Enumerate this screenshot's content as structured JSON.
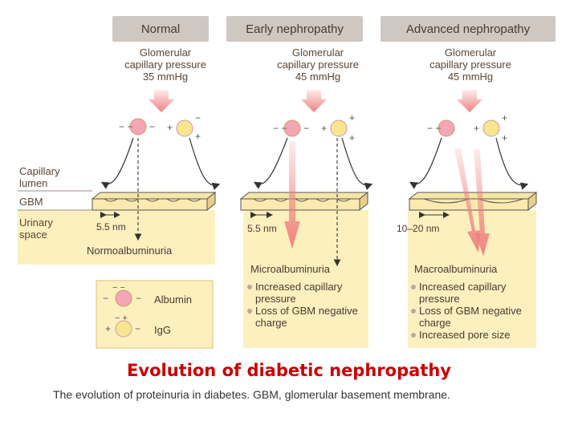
{
  "stages": [
    {
      "title": "Normal",
      "pressure_lines": [
        "Glomerular",
        "capillary pressure",
        "35 mmHg"
      ],
      "pore_size": "5.5 nm",
      "outcome": "Normoalbuminuria",
      "bullets": []
    },
    {
      "title": "Early nephropathy",
      "pressure_lines": [
        "Glomerular",
        "capillary pressure",
        "45 mmHg"
      ],
      "pore_size": "5.5 nm",
      "outcome": "Microalbuminuria",
      "bullets": [
        "Increased capillary pressure",
        "Loss of GBM negative charge"
      ]
    },
    {
      "title": "Advanced nephropathy",
      "pressure_lines": [
        "Glomerular",
        "capillary pressure",
        "45 mmHg"
      ],
      "pore_size": "10–20 nm",
      "outcome": "Macroalbuminuria",
      "bullets": [
        "Increased capillary pressure",
        "Loss of GBM negative charge",
        "Increased pore size"
      ]
    }
  ],
  "zones": {
    "capillary_lumen": "Capillary lumen",
    "gbm": "GBM",
    "urinary_space": "Urinary space"
  },
  "legend": {
    "albumin": "Albumin",
    "igg": "IgG"
  },
  "title": "Evolution of diabetic nephropathy",
  "caption": "The evolution of proteinuria in diabetes. GBM, glomerular basement membrane.",
  "colors": {
    "panel": "#fdf0bf",
    "header": "#cfc8c2",
    "arrow": "#f07b7b",
    "albumin": "#f3a7b4",
    "igg": "#f8e68e",
    "title": "#cc0000"
  }
}
